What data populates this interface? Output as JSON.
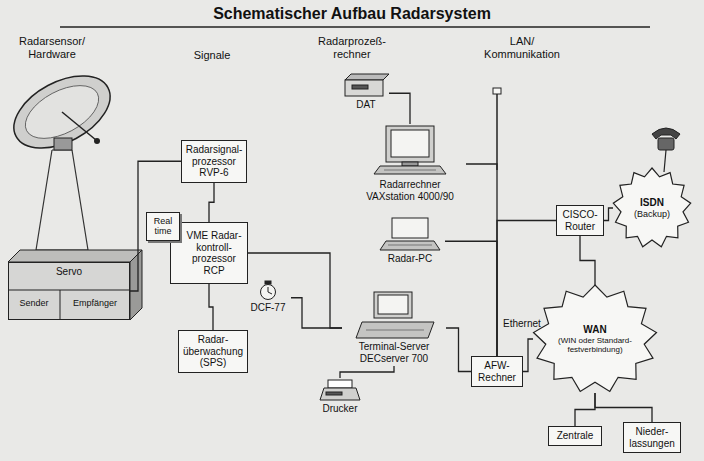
{
  "diagram": {
    "title": "Schematischer Aufbau Radarsystem",
    "nodes": [
      {
        "text": [
          "Servo"
        ]
      },
      {
        "text": [
          "Radarsignal- prozessor RVP-6"
        ]
      },
      {
        "text": [
          "VME Radar- kontroll- prozessor RCP"
        ]
      },
      {
        "text": [
          "Real time"
        ]
      },
      {
        "text": [
          "Radar- überwachung (SPS)"
        ]
      },
      {
        "text": [
          "DAT"
        ]
      },
      {
        "text": [
          "Radarrechner VAXstation 4000/90"
        ]
      },
      {
        "text": [
          "Radar-PC"
        ]
      },
      {
        "text": [
          "Terminal-Server DECserver 700"
        ]
      },
      {
        "text": [
          "Drucker"
        ]
      },
      {
        "text": [
          "DCF-77"
        ]
      },
      {
        "text": [
          "AFW- Rechner"
        ]
      },
      {
        "text": [
          "CISCO- Router"
        ]
      },
      {
        "text": [
          "ISDN",
          "(Backup)"
        ]
      },
      {
        "text": [
          "WAN",
          "(WIN oder Standard- festverbindung)"
        ]
      },
      {
        "text": [
          "Zentrale"
        ]
      },
      {
        "text": [
          "Nieder- lassungen"
        ]
      }
    ],
    "edges": [
      {
        "from": 0,
        "to": 1,
        "arrow": "none"
      },
      {
        "from": 1,
        "to": 2,
        "arrow": "none"
      },
      {
        "from": 2,
        "to": 4,
        "arrow": "none"
      },
      {
        "from": 2,
        "to": 8,
        "arrow": "none"
      },
      {
        "from": 10,
        "to": 8,
        "arrow": "none"
      },
      {
        "from": 9,
        "to": 8,
        "arrow": "none"
      },
      {
        "from": 5,
        "to": 6,
        "arrow": "none"
      },
      {
        "from": 6,
        "to": 11,
        "arrow": "none"
      },
      {
        "from": 7,
        "to": 11,
        "arrow": "none"
      },
      {
        "from": 8,
        "to": 11,
        "arrow": "none"
      },
      {
        "from": 12,
        "to": 11,
        "arrow": "none"
      },
      {
        "from": 11,
        "to": 14,
        "arrow": "none"
      },
      {
        "from": 12,
        "to": 13,
        "arrow": "none"
      },
      {
        "from": 12,
        "to": 14,
        "arrow": "none"
      },
      {
        "from": 14,
        "to": 15,
        "arrow": "none"
      },
      {
        "from": 14,
        "to": 16,
        "arrow": "none"
      }
    ],
    "labels": [
      "Radarsensor/ Hardware",
      "Signale",
      "Radarprozeß- rechner",
      "LAN/ Kommunikation",
      "Sender",
      "Empfänger",
      "Ethernet"
    ]
  }
}
